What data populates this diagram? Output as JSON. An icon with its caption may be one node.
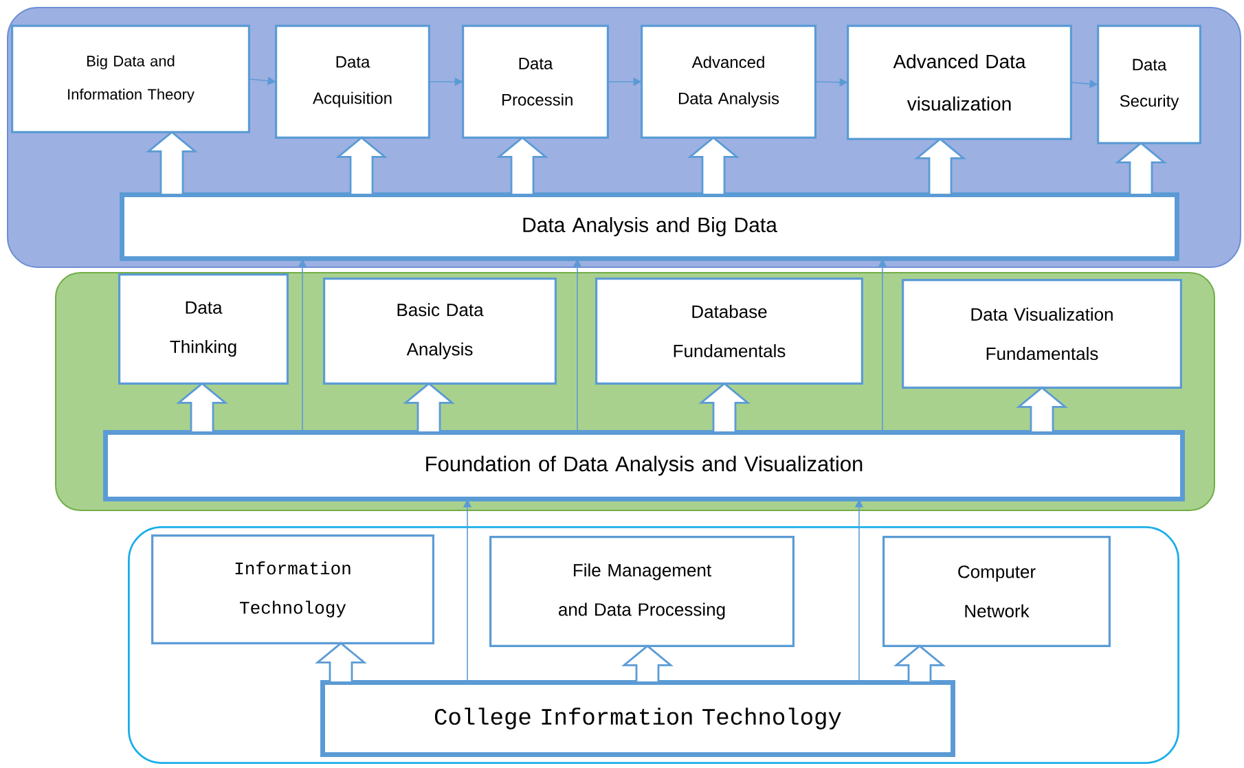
{
  "diagram": {
    "nodes": [
      {
        "text": [],
        "shape": "box"
      },
      {
        "text": [
          "Big Data and Information Theory"
        ],
        "in": 0
      },
      {
        "text": [
          "Data Acquisition"
        ],
        "in": 0
      },
      {
        "text": [
          "Data Processin"
        ],
        "in": 0
      },
      {
        "text": [
          "Advanced Data Analysis"
        ],
        "in": 0
      },
      {
        "text": [
          "Advanced Data visualization"
        ],
        "in": 0
      },
      {
        "text": [
          "Data Security"
        ],
        "in": 0
      },
      {
        "text": [
          "Data Analysis and Big Data"
        ],
        "in": 0
      },
      {
        "text": [],
        "shape": "box"
      },
      {
        "text": [
          "Data Thinking"
        ],
        "in": 8
      },
      {
        "text": [
          "Basic Data Analysis"
        ],
        "in": 8
      },
      {
        "text": [
          "Database Fundamentals"
        ],
        "in": 8
      },
      {
        "text": [
          "Data Visualization Fundamentals"
        ],
        "in": 8
      },
      {
        "text": [
          "Foundation of Data Analysis and Visualization"
        ],
        "in": 8
      },
      {
        "text": [],
        "shape": "box"
      },
      {
        "text": [
          "Information Technology"
        ],
        "in": 14
      },
      {
        "text": [
          "File Management and Data Processing"
        ],
        "in": 14
      },
      {
        "text": [
          "Computer Network"
        ],
        "in": 14
      },
      {
        "text": [
          "College Information Technology"
        ],
        "in": 14
      }
    ],
    "edges": [
      {
        "from": 1,
        "to": 2,
        "arrow": "to"
      },
      {
        "from": 2,
        "to": 3,
        "arrow": "to"
      },
      {
        "from": 3,
        "to": 4,
        "arrow": "to"
      },
      {
        "from": 4,
        "to": 5,
        "arrow": "to"
      },
      {
        "from": 5,
        "to": 6,
        "arrow": "to"
      },
      {
        "from": 7,
        "to": 1,
        "arrow": "to",
        "style": "thick"
      },
      {
        "from": 7,
        "to": 2,
        "arrow": "to",
        "style": "thick"
      },
      {
        "from": 7,
        "to": 3,
        "arrow": "to",
        "style": "thick"
      },
      {
        "from": 7,
        "to": 4,
        "arrow": "to",
        "style": "thick"
      },
      {
        "from": 7,
        "to": 5,
        "arrow": "to",
        "style": "thick"
      },
      {
        "from": 7,
        "to": 6,
        "arrow": "to",
        "style": "thick"
      },
      {
        "from": 13,
        "to": 7,
        "arrow": "to"
      },
      {
        "from": 13,
        "to": 7,
        "arrow": "to"
      },
      {
        "from": 13,
        "to": 7,
        "arrow": "to"
      },
      {
        "from": 13,
        "to": 9,
        "arrow": "to",
        "style": "thick"
      },
      {
        "from": 13,
        "to": 10,
        "arrow": "to",
        "style": "thick"
      },
      {
        "from": 13,
        "to": 11,
        "arrow": "to",
        "style": "thick"
      },
      {
        "from": 13,
        "to": 12,
        "arrow": "to",
        "style": "thick"
      },
      {
        "from": 18,
        "to": 13,
        "arrow": "to"
      },
      {
        "from": 18,
        "to": 13,
        "arrow": "to"
      },
      {
        "from": 18,
        "to": 15,
        "arrow": "to",
        "style": "thick"
      },
      {
        "from": 18,
        "to": 16,
        "arrow": "to",
        "style": "thick"
      },
      {
        "from": 18,
        "to": 17,
        "arrow": "to",
        "style": "thick"
      }
    ]
  }
}
